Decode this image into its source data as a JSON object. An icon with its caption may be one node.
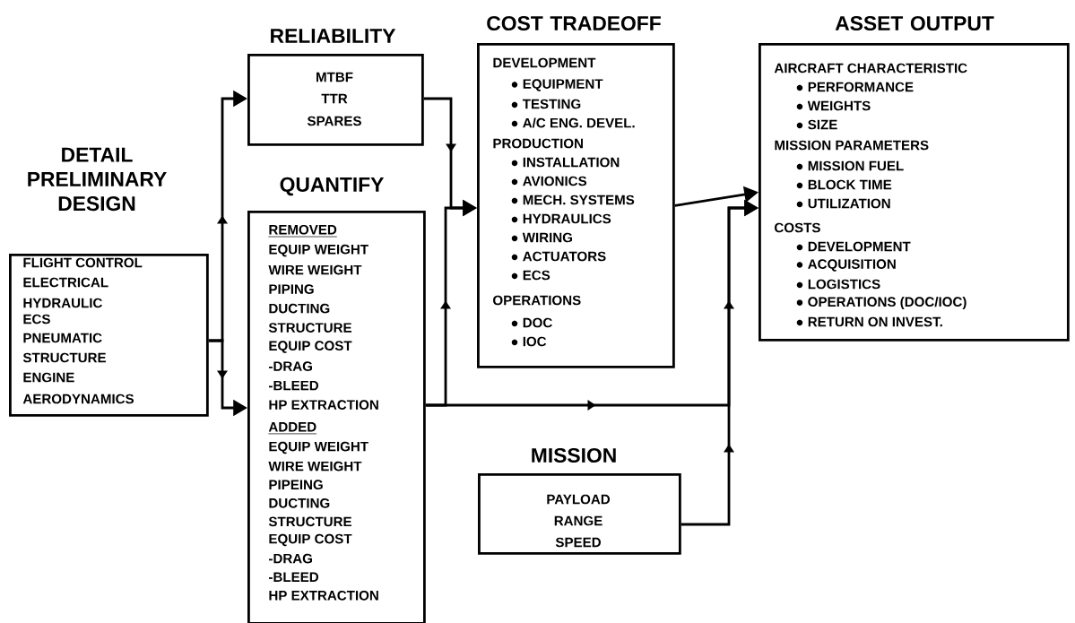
{
  "diagram": {
    "nodes": [
      {
        "text": [
          "DETAIL PRELIMINARY DESIGN",
          "FLIGHT CONTROL",
          "ELECTRICAL",
          "HYDRAULIC",
          "ECS",
          "PNEUMATIC",
          "STRUCTURE",
          "ENGINE",
          "AERODYNAMICS"
        ]
      },
      {
        "text": [
          "RELIABILITY",
          "MTBF",
          "TTR",
          "SPARES"
        ]
      },
      {
        "text": [
          "QUANTIFY",
          "REMOVED",
          "EQUIP WEIGHT",
          "WIRE WEIGHT",
          "PIPING",
          "DUCTING",
          "STRUCTURE",
          "EQUIP COST",
          "-DRAG",
          "-BLEED",
          "HP EXTRACTION",
          "ADDED",
          "EQUIP WEIGHT",
          "WIRE WEIGHT",
          "PIPEING",
          "DUCTING",
          "STRUCTURE",
          "EQUIP COST",
          "-DRAG",
          "-BLEED",
          "HP EXTRACTION"
        ]
      },
      {
        "text": [
          "COST TRADEOFF",
          "DEVELOPMENT",
          "● EQUIPMENT",
          "● TESTING",
          "● A/C ENG. DEVEL.",
          "PRODUCTION",
          "● INSTALLATION",
          "● AVIONICS",
          "● MECH. SYSTEMS",
          "● HYDRAULICS",
          "● WIRING",
          "● ACTUATORS",
          "● ECS",
          "OPERATIONS",
          "● DOC",
          "● IOC"
        ]
      },
      {
        "text": [
          "MISSION",
          "PAYLOAD",
          "RANGE",
          "SPEED"
        ]
      },
      {
        "text": [
          "ASSET OUTPUT",
          "AIRCRAFT CHARACTERISTIC",
          "● PERFORMANCE",
          "● WEIGHTS",
          "● SIZE",
          "MISSION PARAMETERS",
          "● MISSION FUEL",
          "● BLOCK TIME",
          "● UTILIZATION",
          "COSTS",
          "● DEVELOPMENT",
          "● ACQUISITION",
          "● LOGISTICS",
          "● OPERATIONS (DOC/IOC)",
          "● RETURN ON INVEST."
        ]
      }
    ],
    "edges": [
      {
        "from": 0,
        "to": 1,
        "arrow": "to"
      },
      {
        "from": 0,
        "to": 2,
        "arrow": "to"
      },
      {
        "from": 1,
        "to": 3,
        "arrow": "to"
      },
      {
        "from": 2,
        "to": 3,
        "arrow": "to"
      },
      {
        "from": 2,
        "to": 5,
        "arrow": "to"
      },
      {
        "from": 4,
        "to": 5,
        "arrow": "to"
      },
      {
        "from": 3,
        "to": 5,
        "arrow": "to"
      }
    ]
  }
}
